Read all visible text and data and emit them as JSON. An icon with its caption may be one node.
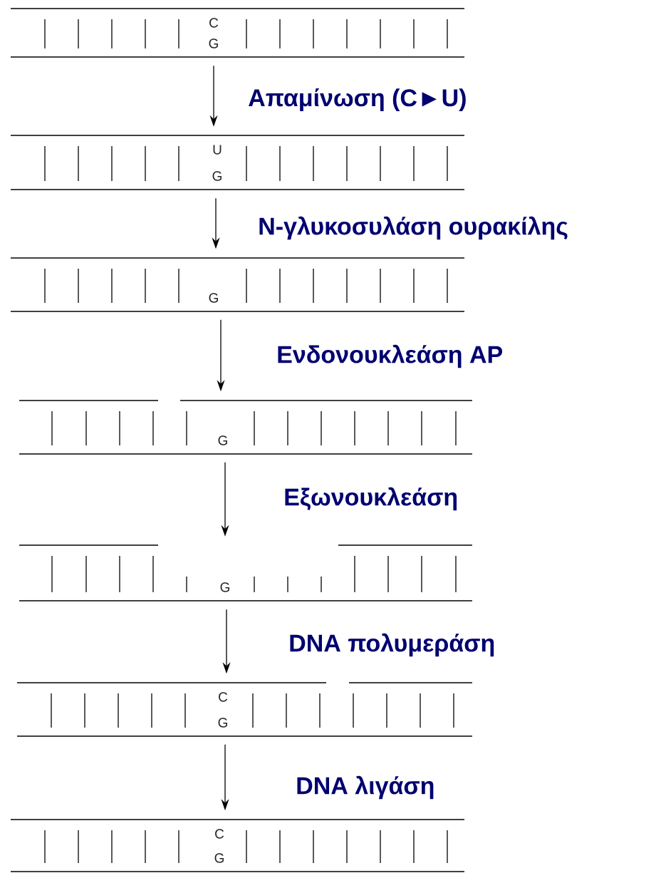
{
  "diagram": {
    "nodes": [
      {
        "text": [
          "C",
          "G"
        ]
      },
      {
        "text": [
          "U",
          "G"
        ]
      },
      {
        "text": [
          "G"
        ]
      },
      {
        "text": [
          "G"
        ]
      },
      {
        "text": [
          "G"
        ]
      },
      {
        "text": [
          "C",
          "G"
        ]
      },
      {
        "text": [
          "C",
          "G"
        ]
      }
    ],
    "edges": [
      {
        "from": 0,
        "to": 1,
        "arrow": "to",
        "label": "Απαμίνωση (C►U)"
      },
      {
        "from": 1,
        "to": 2,
        "arrow": "to",
        "label": "N-γλυκοσυλάση ουρακίλης"
      },
      {
        "from": 2,
        "to": 3,
        "arrow": "to",
        "label": "Ενδονουκλεάση AP"
      },
      {
        "from": 3,
        "to": 4,
        "arrow": "to",
        "label": "Εξωνουκλεάση"
      },
      {
        "from": 4,
        "to": 5,
        "arrow": "to",
        "label": "DNA πολυμεράση"
      },
      {
        "from": 5,
        "to": 6,
        "arrow": "to",
        "label": "DNA λιγάση"
      }
    ]
  }
}
